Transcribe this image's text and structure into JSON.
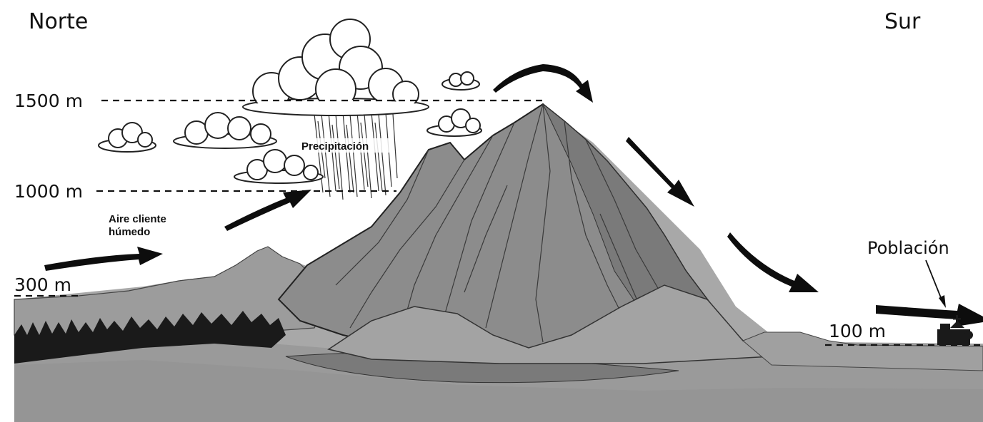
{
  "directions": {
    "north": "Norte",
    "south": "Sur"
  },
  "altitudes": {
    "a1500": "1500 m",
    "a1000": "1000 m",
    "a300": "300 m",
    "a100": "100 m"
  },
  "labels": {
    "precipitation": "Precipitación",
    "air_line1": "Aire cliente",
    "air_line2": "húmedo",
    "town": "Población"
  },
  "colors": {
    "ground": "#9a9a9a",
    "mountain": "#8c8c8c",
    "mountain_dark": "#6e6e6e",
    "forest": "#1a1a1a",
    "arrow": "#0d0d0d"
  }
}
